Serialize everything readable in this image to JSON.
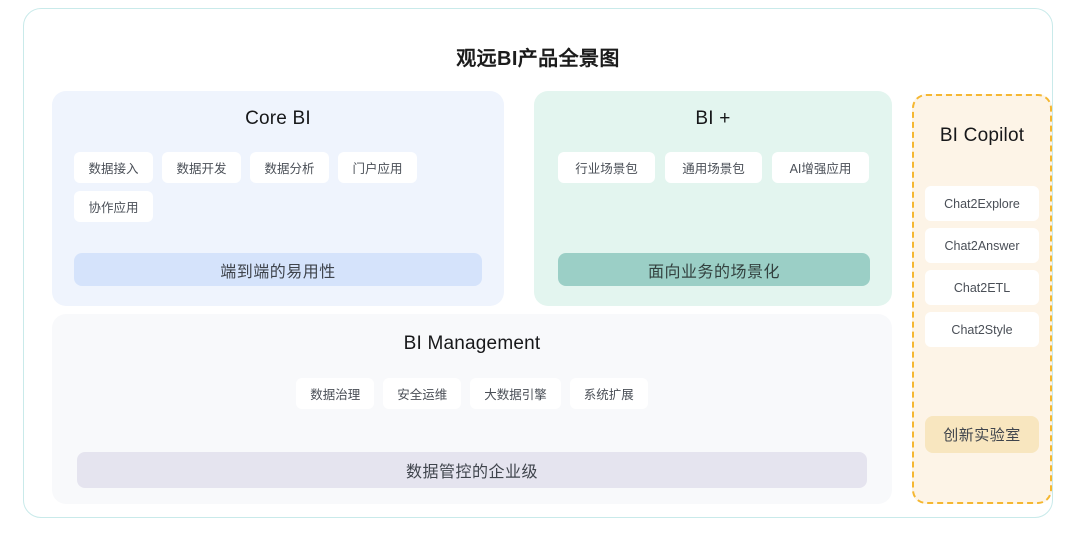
{
  "title": "观远BI产品全景图",
  "colors": {
    "frame_border": "#c9eaea",
    "core_panel_bg": "#eff4fd",
    "core_footer_bg": "#d5e3fb",
    "biplus_panel_bg": "#e3f5ef",
    "biplus_footer_bg": "#9bcfc6",
    "mgmt_panel_bg": "#f8f9fb",
    "mgmt_footer_bg": "#e5e4ef",
    "copilot_panel_bg": "#fdf4e7",
    "copilot_border": "#f5b731",
    "copilot_footer_bg": "#f8e6bf",
    "chip_bg": "#ffffff"
  },
  "panels": {
    "core": {
      "title": "Core BI",
      "chips": [
        "数据接入",
        "数据开发",
        "数据分析",
        "门户应用",
        "协作应用"
      ],
      "footer": "端到端的易用性"
    },
    "biplus": {
      "title": "BI +",
      "chips": [
        "行业场景包",
        "通用场景包",
        "AI增强应用"
      ],
      "footer": "面向业务的场景化"
    },
    "management": {
      "title": "BI Management",
      "chips": [
        "数据治理",
        "安全运维",
        "大数据引擎",
        "系统扩展"
      ],
      "footer": "数据管控的企业级"
    },
    "copilot": {
      "title": "BI Copilot",
      "items": [
        "Chat2Explore",
        "Chat2Answer",
        "Chat2ETL",
        "Chat2Style"
      ],
      "footer": "创新实验室"
    }
  }
}
